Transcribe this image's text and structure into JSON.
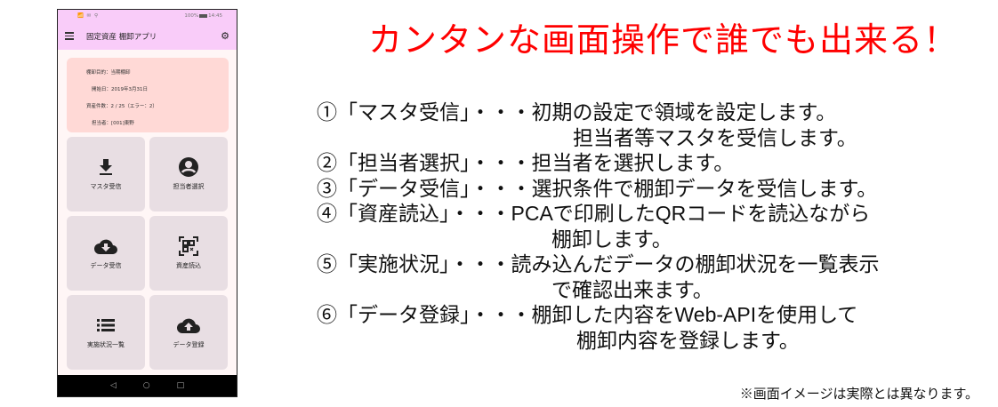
{
  "phone": {
    "statusbar": {
      "left_icons": "📶 ✉ ⚲",
      "battery": "100%",
      "time": "14:45"
    },
    "appbar": {
      "title": "固定資産 棚卸アプリ",
      "menu_icon": "hamburger-icon",
      "settings_icon": "gear-icon"
    },
    "info": {
      "purpose": "棚卸目的：当期棚卸",
      "start_date": "開始日：2019年3月31日",
      "asset_count": "資産件数：2 / 25（エラー：2）",
      "person": "担当者：[001]東野"
    },
    "tiles": [
      {
        "label": "マスタ受信",
        "icon": "download-icon"
      },
      {
        "label": "担当者選択",
        "icon": "account-circle-icon"
      },
      {
        "label": "データ受信",
        "icon": "cloud-download-icon"
      },
      {
        "label": "資産読込",
        "icon": "qr-scan-icon"
      },
      {
        "label": "実施状況一覧",
        "icon": "list-icon"
      },
      {
        "label": "データ登録",
        "icon": "cloud-upload-icon"
      }
    ],
    "navbar": {
      "back": "◁",
      "home": "○",
      "recents": "□"
    }
  },
  "headline": "カンタンな画面操作で誰でも出来る！",
  "steps": [
    {
      "num": "①",
      "name": "「マスタ受信」",
      "dots": "・・・",
      "lines": [
        "初期の設定で領域を設定します。",
        "担当者等マスタを受信します。"
      ]
    },
    {
      "num": "②",
      "name": "「担当者選択」",
      "dots": "・・・",
      "lines": [
        "担当者を選択します。"
      ]
    },
    {
      "num": "③",
      "name": "「データ受信」",
      "dots": "・・・",
      "lines": [
        "選択条件で棚卸データを受信します。"
      ]
    },
    {
      "num": "④",
      "name": "「資産読込」",
      "dots": "・・・",
      "lines": [
        "PCAで印刷したQRコードを読込ながら",
        "棚卸します。"
      ]
    },
    {
      "num": "⑤",
      "name": "「実施状況」",
      "dots": "・・・",
      "lines": [
        "読み込んだデータの棚卸状況を一覧表示",
        "で確認出来ます。"
      ]
    },
    {
      "num": "⑥",
      "name": "「データ登録」",
      "dots": "・・・",
      "lines": [
        "棚卸した内容をWeb-APIを使用して",
        "棚卸内容を登録します。"
      ]
    }
  ],
  "note": "※画面イメージは実際とは異なります。",
  "colors": {
    "headline": "#ff0000",
    "appbar": "#f9ccf9",
    "info_card": "#ffd9d6",
    "tile": "#e8dee3"
  }
}
